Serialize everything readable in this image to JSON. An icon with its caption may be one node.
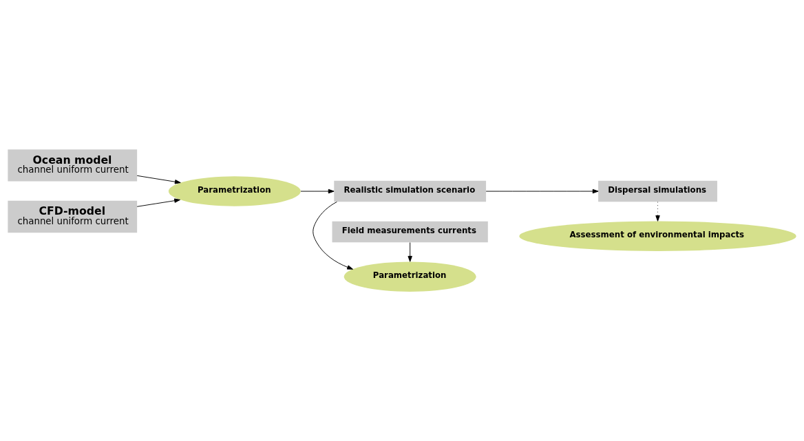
{
  "diagram": {
    "nodes": [
      {
        "text": [
          "Ocean model",
          "channel uniform current"
        ]
      },
      {
        "text": [
          "CFD-model",
          "channel uniform current"
        ]
      },
      {
        "text": [
          "Parametrization"
        ]
      },
      {
        "text": [
          "Realistic simulation scenario"
        ]
      },
      {
        "text": [
          "Dispersal simulations"
        ]
      },
      {
        "text": [
          "Assessment of environmental impacts"
        ]
      },
      {
        "text": [
          "Parametrization"
        ]
      },
      {
        "text": [
          "Field measurements currents"
        ]
      }
    ],
    "edges": [
      {
        "from": 0,
        "to": 2,
        "arrow": "to"
      },
      {
        "from": 1,
        "to": 2,
        "arrow": "to"
      },
      {
        "from": 2,
        "to": 3,
        "arrow": "to"
      },
      {
        "from": 3,
        "to": 4,
        "arrow": "to"
      },
      {
        "from": 4,
        "to": 5,
        "arrow": "to",
        "style": "dashed"
      },
      {
        "from": 3,
        "to": 6,
        "arrow": "to"
      },
      {
        "from": 7,
        "to": 6,
        "arrow": "to"
      }
    ]
  }
}
